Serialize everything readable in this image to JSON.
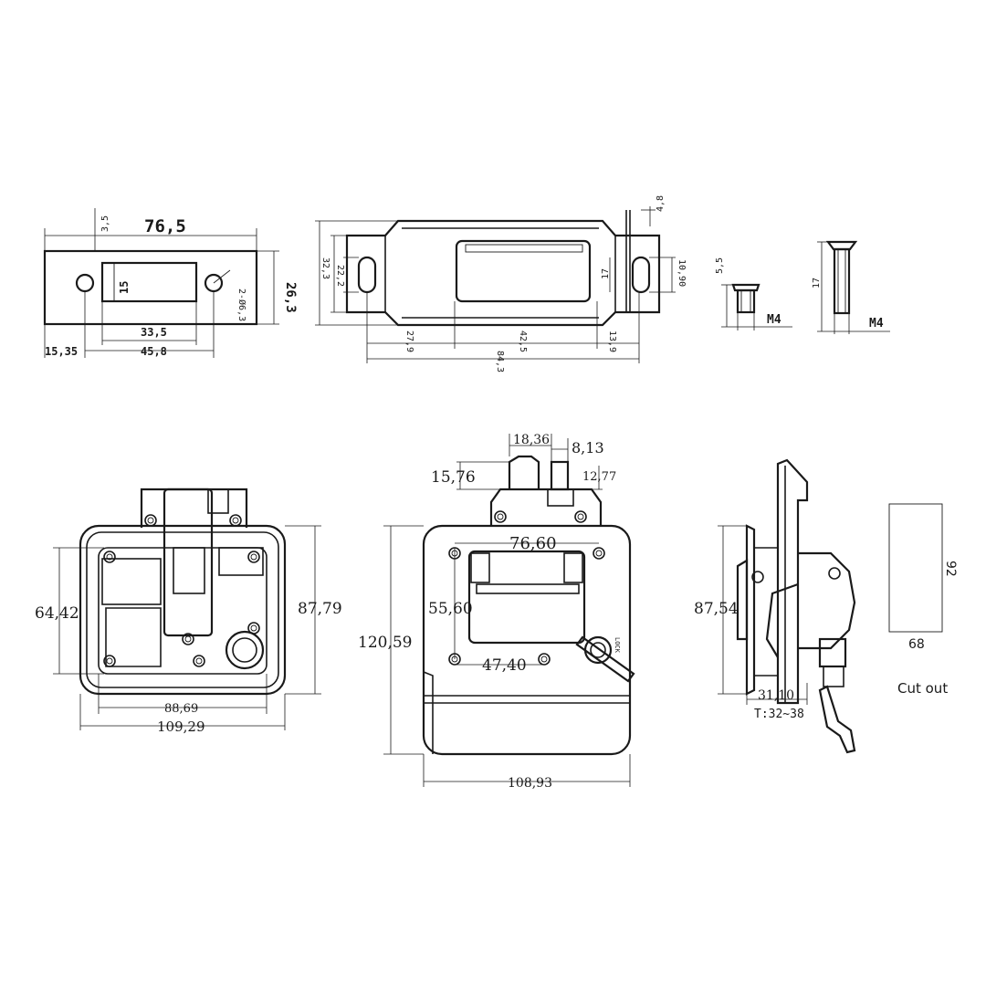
{
  "drawing": {
    "top_plate": {
      "length": "76,5",
      "offset": "3,5",
      "slot_height": "15",
      "height": "26,3",
      "holes": "2-Ø6,3",
      "slot_width": "33,5",
      "hole_spacing": "45,8",
      "edge_to_hole": "15,35"
    },
    "bracket": {
      "outer_height": "32,3",
      "mid_height": "22,2",
      "right_height": "17",
      "thickness": "4,8",
      "slot_len": "10,90",
      "left_offset": "27,9",
      "center_span": "42,5",
      "right_offset": "13,9",
      "total_length": "84,3"
    },
    "screw_short": {
      "height": "5,5",
      "thread": "M4"
    },
    "screw_long": {
      "height": "17",
      "thread": "M4"
    },
    "rear_view": {
      "hole_height": "64,42",
      "overall_height": "87,79",
      "hole_width": "88,69",
      "overall_width": "109,29"
    },
    "front_view": {
      "dim_a": "18,36",
      "dim_b": "8,13",
      "dim_c": "15,76",
      "dim_d": "12,77",
      "hole_width_top": "76,60",
      "hole_height": "55,60",
      "hole_width_bottom": "47,40",
      "overall_height": "120,59",
      "overall_width": "108,93"
    },
    "side_view": {
      "height": "87,54",
      "depth": "31,10",
      "thickness": "T:32~38"
    },
    "cutout": {
      "height": "92",
      "width": "68",
      "label": "Cut out"
    }
  }
}
